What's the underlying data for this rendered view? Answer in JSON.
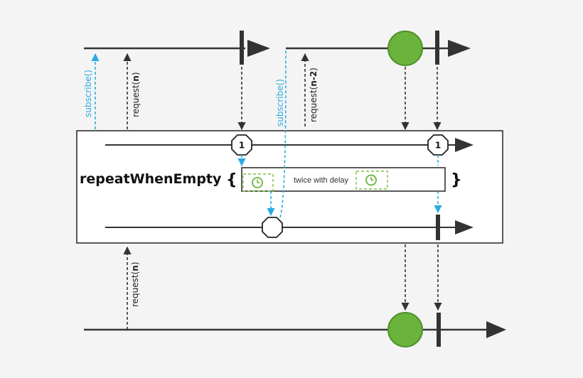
{
  "operator": {
    "name": "repeatWhenEmpty",
    "open_brace": "{",
    "close_brace": "}",
    "inner_text": "twice with delay"
  },
  "labels": {
    "subscribe_1": "subscribe()",
    "request_n_top_prefix": "request(",
    "request_n_top_bold": "n",
    "request_n_top_suffix": ")",
    "subscribe_2": "subscribe()",
    "request_n2_prefix": "request(",
    "request_n2_bold": "n-2",
    "request_n2_suffix": ")",
    "request_n_bottom_prefix": "request(",
    "request_n_bottom_bold": "n",
    "request_n_bottom_suffix": ")"
  },
  "badges": {
    "emitted_count_left": "1",
    "emitted_count_right": "1"
  },
  "icons": {
    "timer_1": "clock-icon",
    "timer_2": "clock-icon"
  },
  "colors": {
    "line": "#333333",
    "dashed_request": "#333333",
    "dashed_subscribe": "#29abe2",
    "green_item": "#6ab33c",
    "green_item_stroke": "#4f8f2a",
    "timer_dash": "#7dc242",
    "box_border": "#222222",
    "box_fill": "#ffffff"
  }
}
